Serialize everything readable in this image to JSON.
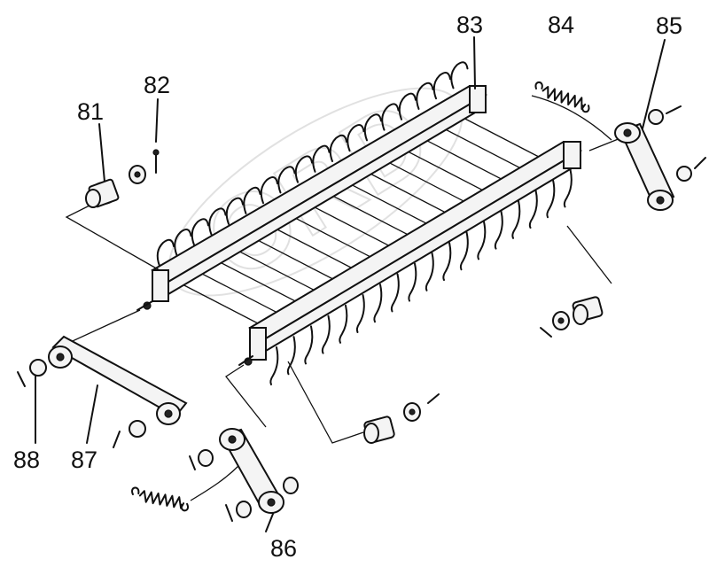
{
  "labels": {
    "l81": "81",
    "l82": "82",
    "l83": "83",
    "l84": "84",
    "l85": "85",
    "l86": "86",
    "l87": "87",
    "l88": "88"
  },
  "watermark": "ORD",
  "colors": {
    "ink": "#111111",
    "paper": "#ffffff",
    "watermark": "#c8c8c8"
  }
}
